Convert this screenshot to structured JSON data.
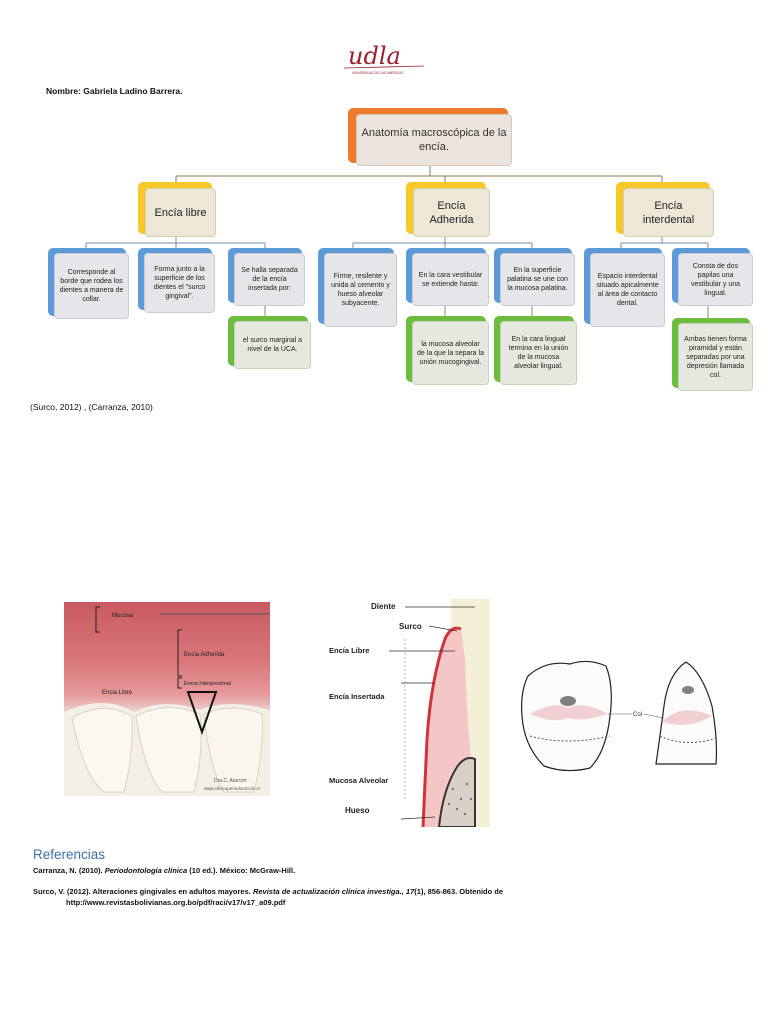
{
  "header": {
    "logo_text": "udla",
    "logo_subtext": "UNIVERSIDAD DE LAS AMERICAS",
    "author": "Nombre: Gabriela Ladino Barrera."
  },
  "concept_map": {
    "root": "Anatomía macroscópica de la encía.",
    "categories": [
      {
        "label": "Encía libre"
      },
      {
        "label": "Encía Adherida"
      },
      {
        "label": "Encía interdental"
      }
    ],
    "details": [
      "Corresponde al borde que rodea los dientes a manera de collar.",
      "Forma junto a la superficie de los dientes el \"surco gingival\".",
      "Se halla separada de la encía insertada por:",
      "el surco marginal a nivel de la UCA.",
      "Firme, resilente y unida al cemento y hueso alveolar subyacente.",
      "En la cara vestibular se extiende hasta:",
      "la mucosa alveolar de la que la separa la unión mucogingival.",
      "En la superficie palatina se une con la mucosa palatina.",
      "En la cara lingual termina en la unión de la mucosa alveolar lingual.",
      "Espacio interdental situado apicalmente al área de contacto dental.",
      "Consta de dos papilas una vestibular y una lingual.",
      "Ambas tienen forma piramidal y están separadas por una depresión llamada col."
    ]
  },
  "citation": "(Surco, 2012) , (Carranza, 2010)",
  "photo_labels": {
    "mucosa": "Mucosa",
    "adherida": "Encia Adherida",
    "interproximal": "Encia Interproximal",
    "libre": "Encia Libre",
    "credit1": "Dra.C. Alarcón",
    "credit2": "www.clinicaperiodontoclin.cl"
  },
  "diagram1_labels": {
    "diente": "Diente",
    "surco": "Surco",
    "encia_libre": "Encía Libre",
    "encia_insertada": "Encía Insertada",
    "mucosa": "Mucosa Alveolar",
    "hueso": "Hueso"
  },
  "diagram2_labels": {
    "col": "Col"
  },
  "references": {
    "title": "Referencias",
    "ref1_a": "Carranza, N. (2010). ",
    "ref1_b": "Periodontología clínica",
    "ref1_c": " (10 ed.). México: McGraw-Hill.",
    "ref2_a": "Surco, V. (2012). Alteraciones gingivales en adultos mayores. ",
    "ref2_b": "Revista de actualización clínica investiga., 17",
    "ref2_c": "(1), 856-863. Obtenido de",
    "ref2_d": "http://www.revistasbolivianas.org.bo/pdf/raci/v17/v17_a09.pdf"
  },
  "colors": {
    "root": "#ee7a2c",
    "category": "#f6c928",
    "detail_blue": "#5c9bd8",
    "detail_green": "#6cbc3d",
    "references_title": "#3f6fa8"
  }
}
